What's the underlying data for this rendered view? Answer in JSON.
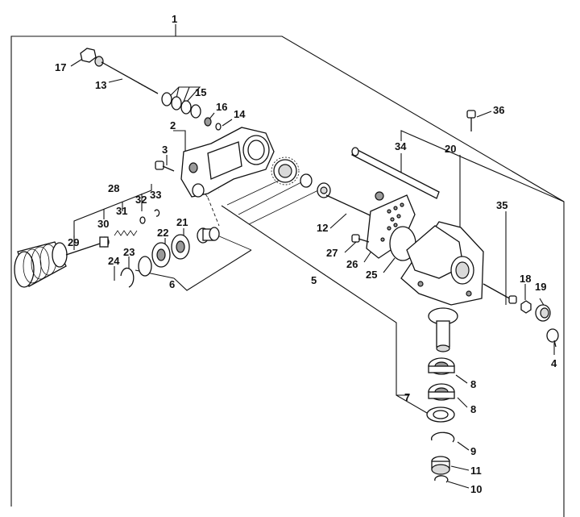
{
  "callouts": {
    "c1": "1",
    "c2": "2",
    "c3": "3",
    "c4": "4",
    "c5": "5",
    "c6": "6",
    "c7": "7",
    "c8a": "8",
    "c8b": "8",
    "c9": "9",
    "c10": "10",
    "c11": "11",
    "c12": "12",
    "c13": "13",
    "c14": "14",
    "c15": "15",
    "c16": "16",
    "c17": "17",
    "c18": "18",
    "c19": "19",
    "c20": "20",
    "c21": "21",
    "c22": "22",
    "c23": "23",
    "c24": "24",
    "c25": "25",
    "c26": "26",
    "c27": "27",
    "c28": "28",
    "c29": "29",
    "c30": "30",
    "c31": "31",
    "c32": "32",
    "c33": "33",
    "c34": "34",
    "c35": "35",
    "c36": "36"
  }
}
